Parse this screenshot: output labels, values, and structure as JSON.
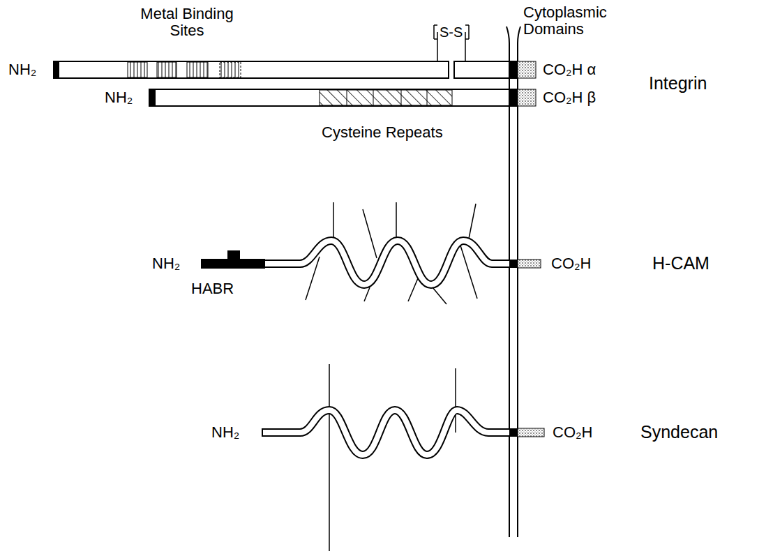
{
  "diagram": {
    "labels": [
      "Metal Binding Sites",
      "S-S",
      "Cytoplasmic Domains",
      "NH₂",
      "CO₂H α",
      "Integrin",
      "NH₂",
      "CO₂H β",
      "Cysteine Repeats",
      "NH₂",
      "HABR",
      "CO₂H",
      "H-CAM",
      "NH₂",
      "CO₂H",
      "Syndecan"
    ]
  }
}
